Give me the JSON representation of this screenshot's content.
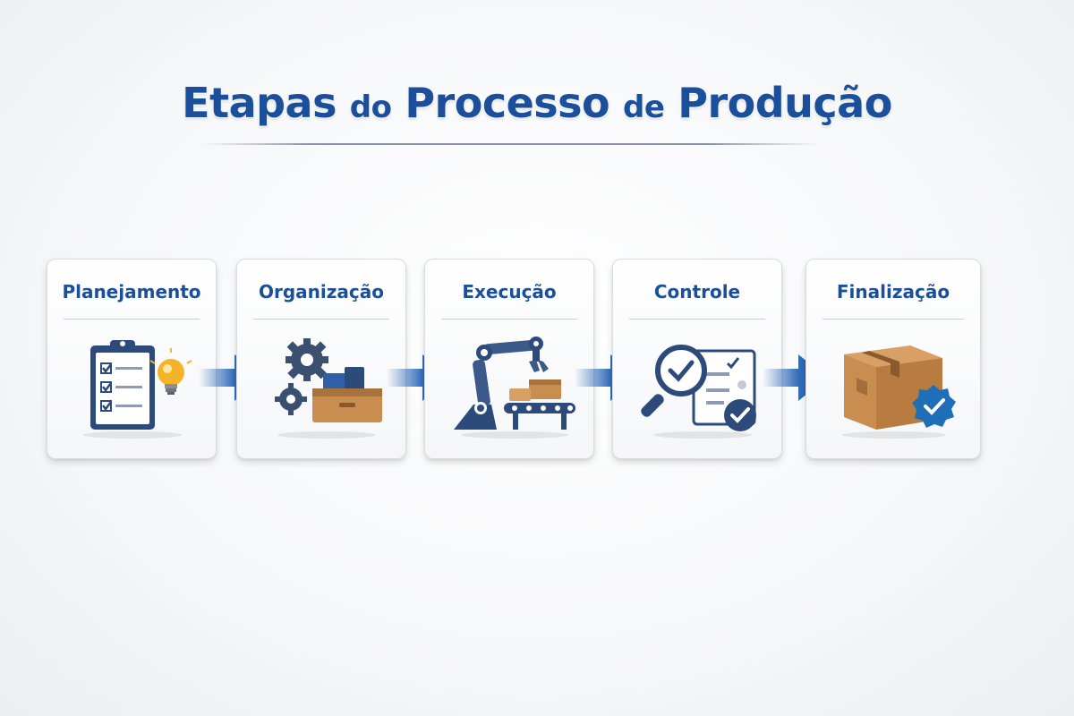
{
  "title": {
    "part1": "Etapas",
    "part2": "do",
    "part3": "Processo",
    "part4": "de",
    "part5": "Produção"
  },
  "steps": [
    {
      "label": "Planejamento",
      "icon": "clipboard-checklist-lightbulb-icon"
    },
    {
      "label": "Organização",
      "icon": "gears-boxes-icon"
    },
    {
      "label": "Execução",
      "icon": "robotic-arm-conveyor-icon"
    },
    {
      "label": "Controle",
      "icon": "magnifier-checklist-icon"
    },
    {
      "label": "Finalização",
      "icon": "package-verified-icon"
    }
  ],
  "colors": {
    "primary_blue": "#1b4f9c",
    "dark_navy": "#2c4a7a",
    "box_brown": "#c98d4f",
    "bulb_yellow": "#f4b42a",
    "badge_blue": "#1e6fb8"
  }
}
